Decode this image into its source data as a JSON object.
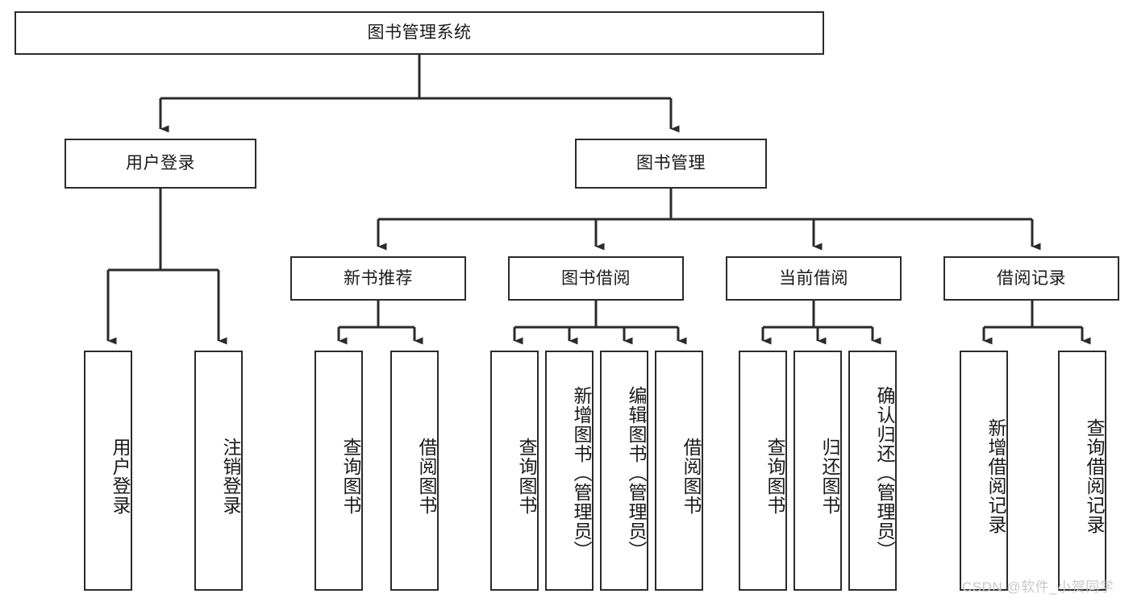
{
  "diagram": {
    "title": "图书管理系统",
    "type": "tree-hierarchy-chart",
    "root": {
      "label": "图书管理系统"
    },
    "level2": [
      {
        "label": "用户登录"
      },
      {
        "label": "图书管理"
      }
    ],
    "level3": [
      {
        "label": "新书推荐"
      },
      {
        "label": "图书借阅"
      },
      {
        "label": "当前借阅"
      },
      {
        "label": "借阅记录"
      }
    ],
    "leaves": {
      "user_login": [
        {
          "label": "用户登录"
        },
        {
          "label": "注销登录"
        }
      ],
      "new_book_recommend": [
        {
          "label": "查询图书"
        },
        {
          "label": "借阅图书"
        }
      ],
      "book_borrow": [
        {
          "label": "查询图书"
        },
        {
          "label": "新增图书（管理员）"
        },
        {
          "label": "编辑图书（管理员）"
        },
        {
          "label": "借阅图书"
        }
      ],
      "current_borrow": [
        {
          "label": "查询图书"
        },
        {
          "label": "归还图书"
        },
        {
          "label": "确认归还（管理员）"
        }
      ],
      "borrow_record": [
        {
          "label": "新增借阅记录"
        },
        {
          "label": "查询借阅记录"
        }
      ]
    }
  },
  "watermark": {
    "text": "CSDN @软件_小贺同学"
  },
  "colors": {
    "background": "#ffffff",
    "box_border": "#2b2b2b",
    "box_fill": "#ffffff",
    "text": "#1a1a1a",
    "connector": "#2b2b2b",
    "watermark": "#c9c9c9"
  }
}
